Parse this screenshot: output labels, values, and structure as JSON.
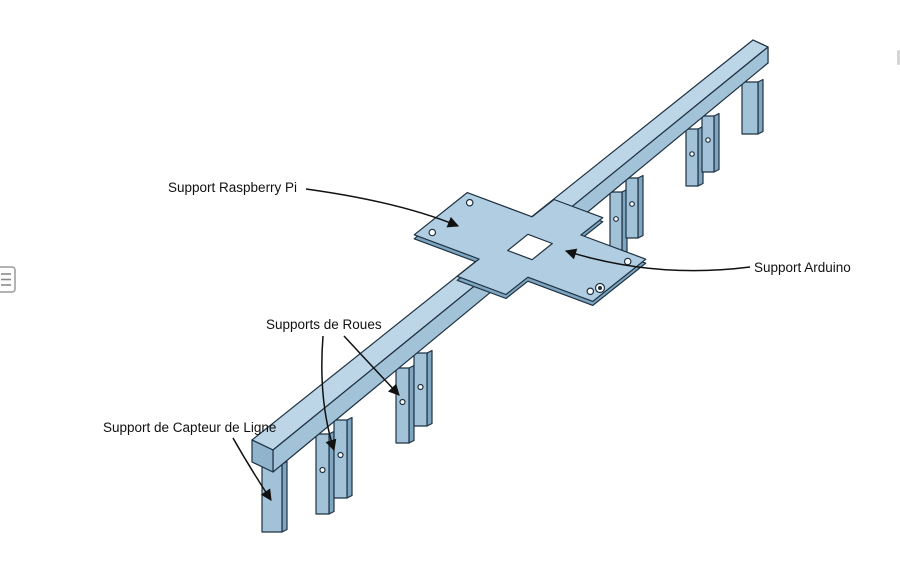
{
  "annotations": {
    "raspberry_pi": {
      "label": "Support Raspberry Pi"
    },
    "arduino": {
      "label": "Support Arduino"
    },
    "roues": {
      "label": "Supports de Roues"
    },
    "capteur": {
      "label": "Support de Capteur de Ligne"
    }
  },
  "icons": {
    "feature_list": "feature-list-icon",
    "origin": "origin-marker"
  },
  "colors": {
    "background": "#ffffff",
    "part_top": "#bcd6e7",
    "part_mid": "#a2c2d8",
    "part_side": "#7ea6c0",
    "part_cap": "#8fb4cc",
    "part_cap_dark": "#86abc4",
    "plate_top": "#b0cde1",
    "plate_edge": "#7da5bf",
    "outline": "#1e3142",
    "annotation": "#111111"
  }
}
